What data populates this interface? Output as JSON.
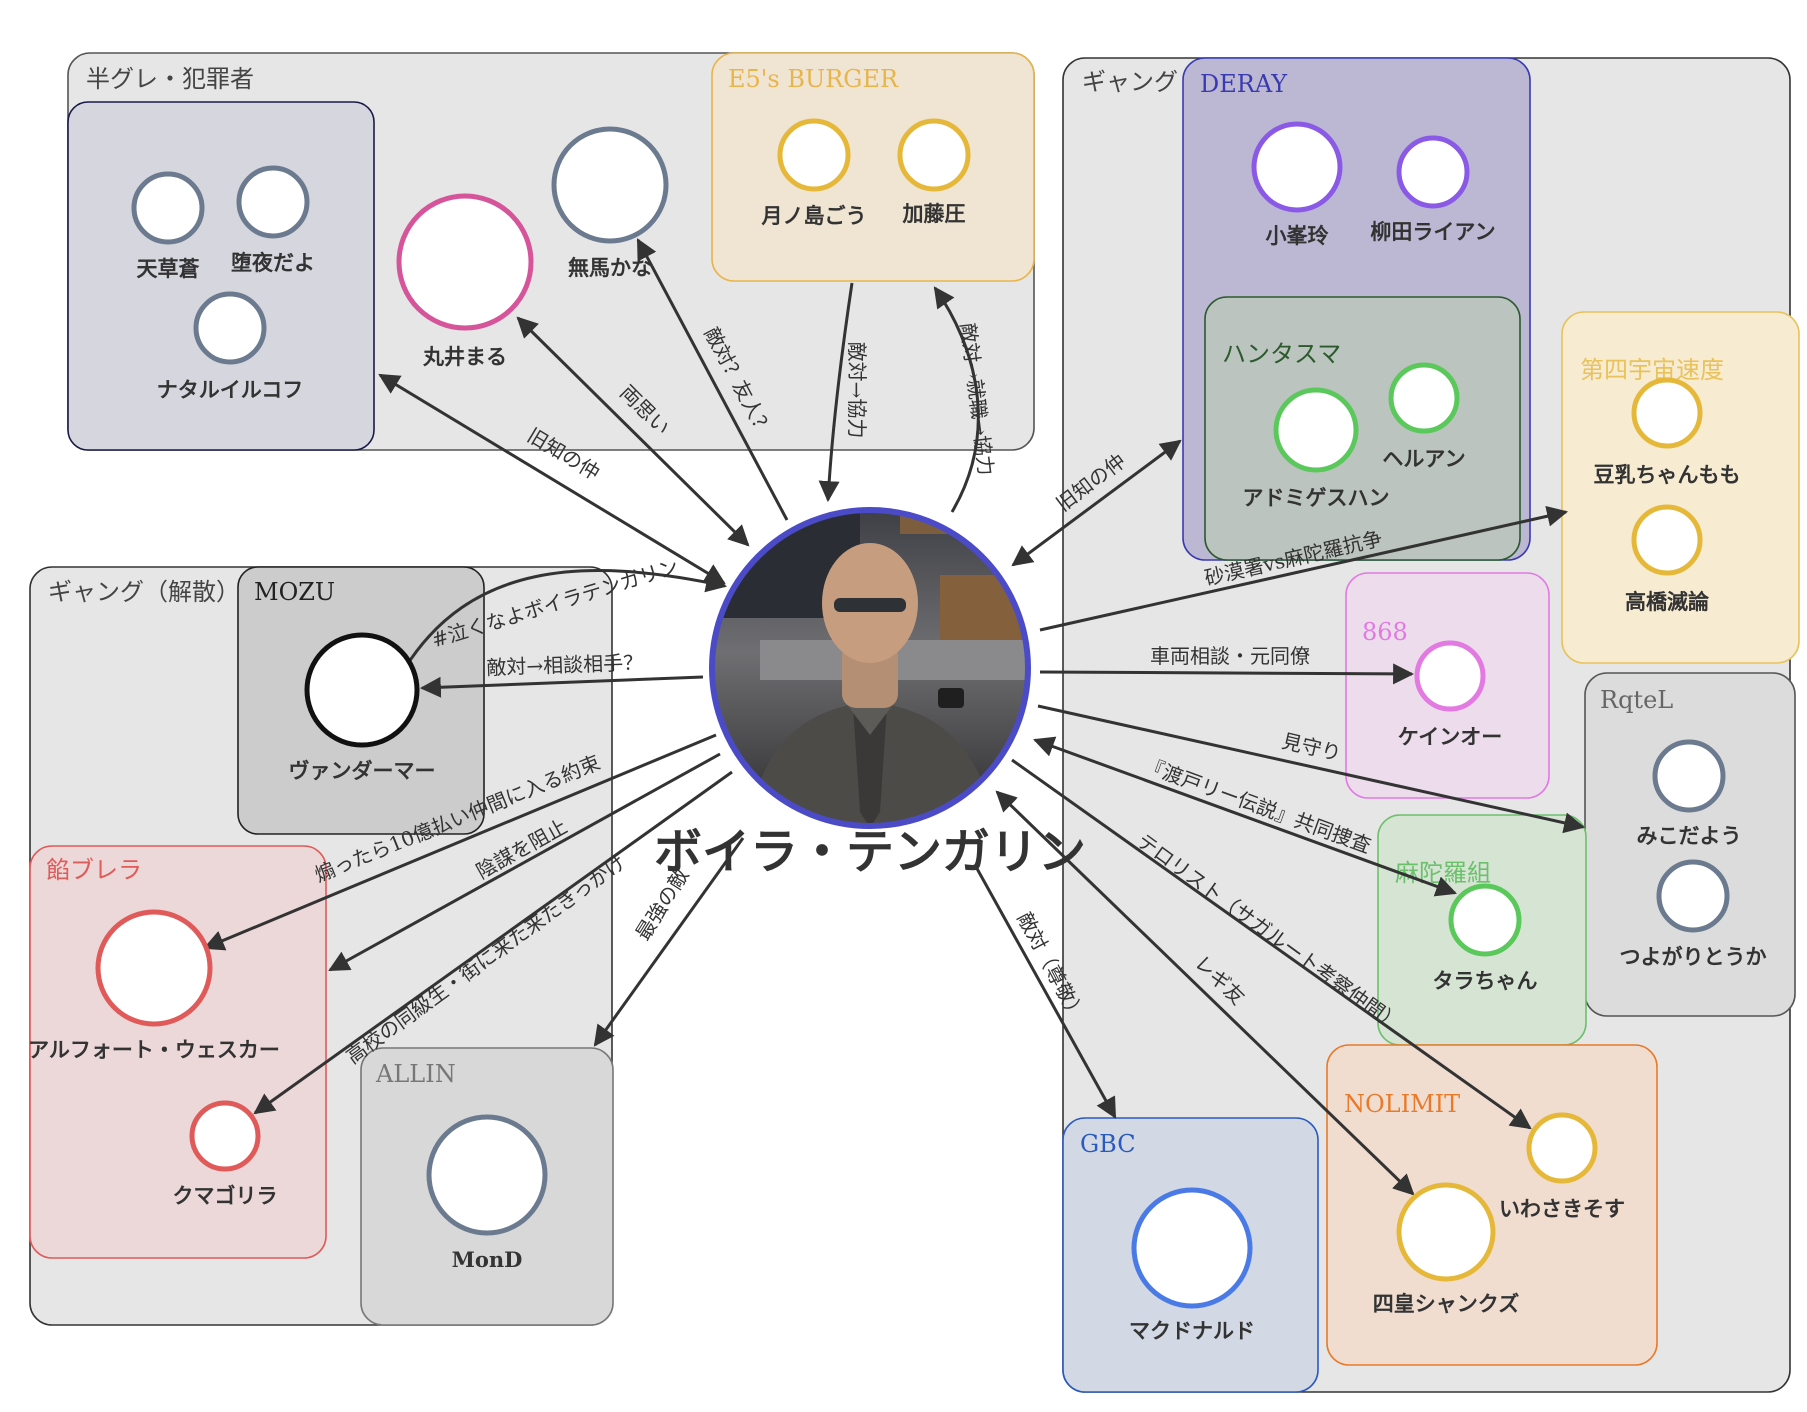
{
  "center": {
    "name": "ボイラ・テンガリン",
    "ring_color": "#4b4bc8"
  },
  "groups": [
    {
      "id": "hangure",
      "label": "半グレ・犯罪者",
      "fill": "#e6e6e6",
      "stroke": "#555555",
      "text_color": "#444444"
    },
    {
      "id": "e5burger",
      "label": "E5's BURGER",
      "fill": "#f0e4d2",
      "stroke": "#e8b54a",
      "text_color": "#e8b54a"
    },
    {
      "id": "hangure_inner",
      "label": "",
      "fill": "#d6d6de",
      "stroke": "#1a1a4a",
      "text_color": "#444444"
    },
    {
      "id": "gang_right",
      "label": "ギャング",
      "fill": "#e6e6e6",
      "stroke": "#333333",
      "text_color": "#444444"
    },
    {
      "id": "deray",
      "label": "DERAY",
      "fill": "#bcb8d4",
      "stroke": "#3a3ab0",
      "text_color": "#3a3ab0"
    },
    {
      "id": "hantasuma",
      "label": "ハンタスマ",
      "fill": "#bcc4c0",
      "stroke": "#2c5a2c",
      "text_color": "#2c5a2c"
    },
    {
      "id": "daiyon",
      "label": "第四宇宙速度",
      "fill": "#f7ebd2",
      "stroke": "#e8c25a",
      "text_color": "#e8c25a"
    },
    {
      "id": "g868",
      "label": "868",
      "fill": "#ecdcec",
      "stroke": "#e27ae2",
      "text_color": "#e27ae2"
    },
    {
      "id": "rqtel",
      "label": "RqteL",
      "fill": "#dcdcdc",
      "stroke": "#555555",
      "text_color": "#666666"
    },
    {
      "id": "madara",
      "label": "麻陀羅組",
      "fill": "#d6e4d4",
      "stroke": "#6cc06c",
      "text_color": "#6cc06c"
    },
    {
      "id": "nolimit",
      "label": "NOLIMIT",
      "fill": "#f0ddd0",
      "stroke": "#e87a2a",
      "text_color": "#e87a2a"
    },
    {
      "id": "gbc",
      "label": "GBC",
      "fill": "#d2d8e4",
      "stroke": "#2a5ac0",
      "text_color": "#2a5ac0"
    },
    {
      "id": "gang_left",
      "label": "ギャング（解散）",
      "fill": "#e6e6e6",
      "stroke": "#333333",
      "text_color": "#444444"
    },
    {
      "id": "mozu",
      "label": "MOZU",
      "fill": "#cccccc",
      "stroke": "#222222",
      "text_color": "#222222"
    },
    {
      "id": "ame",
      "label": "餡ブレラ",
      "fill": "#ecd8d8",
      "stroke": "#e05a5a",
      "text_color": "#e05a5a"
    },
    {
      "id": "allin",
      "label": "ALLIN",
      "fill": "#d8d8d8",
      "stroke": "#777777",
      "text_color": "#777777"
    }
  ],
  "people": [
    {
      "id": "amakusa",
      "name": "天草蒼",
      "color": "#6b7a8f"
    },
    {
      "id": "dayo",
      "name": "堕夜だよ",
      "color": "#6b7a8f"
    },
    {
      "id": "nataru",
      "name": "ナタルイルコフ",
      "color": "#6b7a8f"
    },
    {
      "id": "marui",
      "name": "丸井まる",
      "color": "#d6559a"
    },
    {
      "id": "muma",
      "name": "無馬かな",
      "color": "#6b7a8f"
    },
    {
      "id": "tsukinoshima",
      "name": "月ノ島ごう",
      "color": "#e6b83a"
    },
    {
      "id": "kato",
      "name": "加藤圧",
      "color": "#e6b83a"
    },
    {
      "id": "komine",
      "name": "小峯玲",
      "color": "#8a5ae6"
    },
    {
      "id": "yanagida",
      "name": "柳田ライアン",
      "color": "#8a5ae6"
    },
    {
      "id": "admi",
      "name": "アドミゲスハン",
      "color": "#5ac85a"
    },
    {
      "id": "heruan",
      "name": "ヘルアン",
      "color": "#5ac85a"
    },
    {
      "id": "tounyu",
      "name": "豆乳ちゃんもも",
      "color": "#e6b83a"
    },
    {
      "id": "takahashi",
      "name": "高橋滅論",
      "color": "#e6b83a"
    },
    {
      "id": "kein",
      "name": "ケインオー",
      "color": "#e27ae2"
    },
    {
      "id": "miko",
      "name": "みこだよう",
      "color": "#6b7a8f"
    },
    {
      "id": "tsuyogari",
      "name": "つよがりとうか",
      "color": "#6b7a8f"
    },
    {
      "id": "tara",
      "name": "タラちゃん",
      "color": "#5ac85a"
    },
    {
      "id": "iwasaki",
      "name": "いわさきそす",
      "color": "#e6b83a"
    },
    {
      "id": "shiko",
      "name": "四皇シャンクズ",
      "color": "#e6b83a"
    },
    {
      "id": "mcd",
      "name": "マクドナルド",
      "color": "#4a7ae6"
    },
    {
      "id": "vander",
      "name": "ヴァンダーマー",
      "color": "#111111"
    },
    {
      "id": "alfort",
      "name": "アルフォート・ウェスカー",
      "color": "#e05a5a"
    },
    {
      "id": "kuma",
      "name": "クマゴリラ",
      "color": "#e05a5a"
    },
    {
      "id": "mond",
      "name": "MonD",
      "color": "#6b7a8f"
    }
  ],
  "edges": [
    {
      "id": "e-nataru",
      "label": "旧知の仲"
    },
    {
      "id": "e-marui",
      "label": "両思い"
    },
    {
      "id": "e-muma",
      "label": "敵対？友人？"
    },
    {
      "id": "e-e5-in",
      "label": "敵対→協力"
    },
    {
      "id": "e-e5-out",
      "label": "敵対→就職→協力"
    },
    {
      "id": "e-deray",
      "label": "旧知の仲"
    },
    {
      "id": "e-daiyon",
      "label": "砂漠署vs麻陀羅抗争"
    },
    {
      "id": "e-kein",
      "label": "車両相談・元同僚"
    },
    {
      "id": "e-rqtel",
      "label": "見守り"
    },
    {
      "id": "e-tara",
      "label": "『渡戸リー伝説』共同捜査"
    },
    {
      "id": "e-iwasaki",
      "label": "テロリスト（サガルート考察仲間）"
    },
    {
      "id": "e-shiko",
      "label": "レギ友"
    },
    {
      "id": "e-gbc",
      "label": "敵対（尊敬）"
    },
    {
      "id": "e-vander-loop",
      "label": "#泣くなよボイラテンガリン"
    },
    {
      "id": "e-vander",
      "label": "敵対→相談相手？"
    },
    {
      "id": "e-alfort",
      "label": "煽ったら10億払い仲間に入る約束"
    },
    {
      "id": "e-ame",
      "label": "陰謀を阻止"
    },
    {
      "id": "e-kuma",
      "label": "高校の同級生・街に来た来たきっかけ"
    },
    {
      "id": "e-allin",
      "label": "最強の敵"
    }
  ],
  "edge_color": "#333333"
}
